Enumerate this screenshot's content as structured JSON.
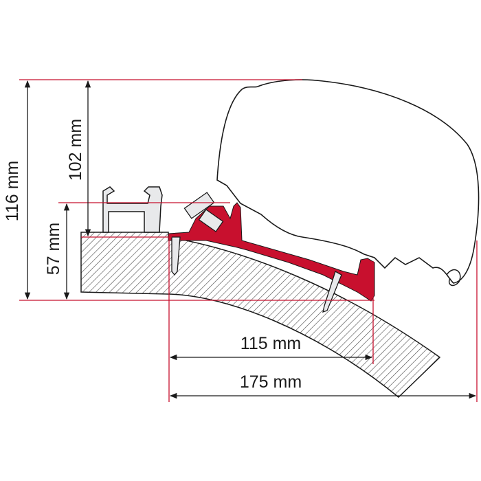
{
  "colors": {
    "accent": "#c8102e",
    "line": "#1a1a1a",
    "part_fill": "#e8e9eb"
  },
  "dimensions": {
    "total_height": "116 mm",
    "rail_height": "102 mm",
    "roof_height": "57 mm",
    "adapter_width": "115 mm",
    "total_width": "175 mm"
  }
}
